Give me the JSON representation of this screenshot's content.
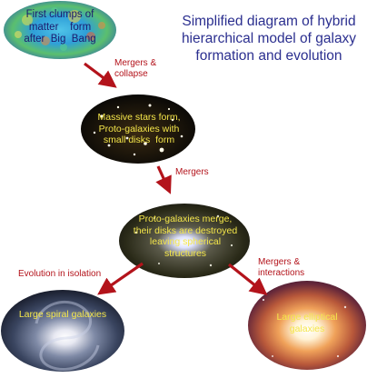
{
  "title": {
    "lines": [
      "Simplified diagram of hybrid",
      "hierarchical model of galaxy",
      "formation and evolution"
    ]
  },
  "nodes": {
    "clumps": {
      "lines": [
        "First clumps of",
        "matter    form",
        "after  Big  Bang"
      ]
    },
    "massive_stars": {
      "lines": [
        "Massive stars form,",
        "Proto-galaxies with",
        "small disks  form"
      ]
    },
    "proto_merge": {
      "lines": [
        "Proto-galaxies merge,",
        "their disks are destroyed",
        "leaving spherical",
        "structures"
      ]
    },
    "spiral": {
      "lines": [
        "Large spiral galaxies"
      ]
    },
    "elliptical": {
      "lines": [
        "Large elliptical",
        "galaxies"
      ]
    }
  },
  "arrows": {
    "mergers_collapse": {
      "lines": [
        "Mergers &",
        "collapse"
      ]
    },
    "mergers": {
      "lines": [
        "Mergers"
      ]
    },
    "evolution": {
      "lines": [
        "Evolution in isolation"
      ]
    },
    "mergers_interactions": {
      "lines": [
        "Mergers &",
        "interactions"
      ]
    }
  },
  "colors": {
    "title": "#2b2f8f",
    "arrow": "#b3131b",
    "node_text_light": "#f4e64a",
    "node_text_dark": "#1b1b6e"
  }
}
